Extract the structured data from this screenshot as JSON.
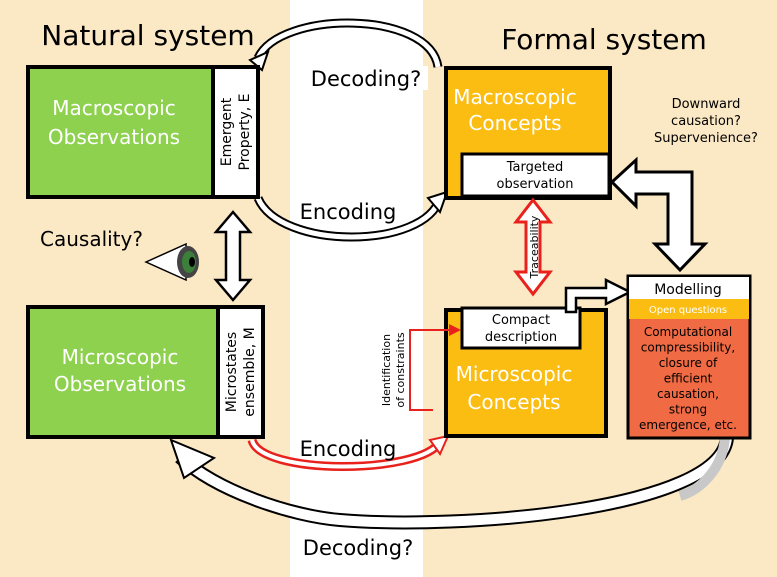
{
  "natural": {
    "title": "Natural system",
    "macro_box": {
      "line1": "Macroscopic",
      "line2": "Observations"
    },
    "emergent_label": {
      "line1": "Emergent",
      "line2": "Property, E"
    },
    "micro_box": {
      "line1": "Microscopic",
      "line2": "Observations"
    },
    "microstates_label": {
      "line1": "Microstates",
      "line2": "ensemble, M"
    },
    "causality": "Causality?"
  },
  "formal": {
    "title": "Formal system",
    "macro_concepts": {
      "line1": "Macroscopic",
      "line2": "Concepts"
    },
    "targeted": {
      "line1": "Targeted",
      "line2": "observation"
    },
    "micro_concepts": {
      "line1": "Microscopic",
      "line2": "Concepts"
    },
    "compact": {
      "line1": "Compact",
      "line2": "description"
    },
    "traceability": "Traceability",
    "identification": {
      "line1": "Identification",
      "line2": "of constraints"
    }
  },
  "downward": {
    "line1": "Downward",
    "line2": "causation?",
    "line3": "Supervenience?"
  },
  "modelling": {
    "title": "Modelling",
    "subtitle": "Open questions",
    "items": [
      "Computational",
      "compressibility,",
      "closure of",
      "efficient",
      "causation,",
      "strong",
      "emergence, etc."
    ]
  },
  "arrows": {
    "decoding_top": "Decoding?",
    "encoding_top": "Encoding",
    "encoding_bottom": "Encoding",
    "decoding_bottom": "Decoding?"
  },
  "colors": {
    "panel": "#fbe8c4",
    "green": "#8ed14f",
    "orange": "#fbbd11",
    "salmon": "#f06a44",
    "red": "#e8211c",
    "gray": "#c8c8c8"
  }
}
